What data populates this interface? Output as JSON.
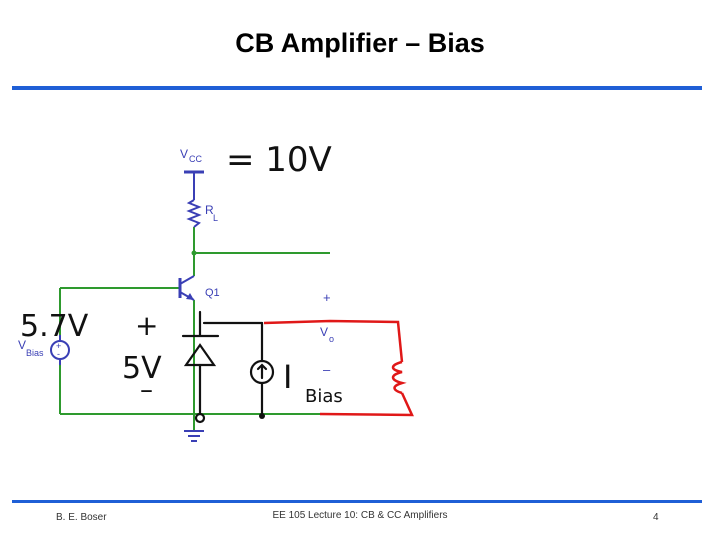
{
  "slide": {
    "title": "CB Amplifier – Bias",
    "page_number": "4"
  },
  "footer": {
    "author": "B. E. Boser",
    "course": "EE 105 Lecture 10: CB & CC Amplifiers"
  },
  "circuit": {
    "labels": {
      "vcc_main": "V",
      "vcc_sub": "CC",
      "rl_main": "R",
      "rl_sub": "L",
      "q1": "Q1",
      "vbias_main": "V",
      "vbias_sub": "Bias",
      "vo_main": "V",
      "vo_sub": "o",
      "vo_plus": "+",
      "vo_minus": "–"
    },
    "annotations": {
      "vcc_value": "= 10V",
      "vbias_value": "5.7V",
      "diode_plus": "+",
      "diode_value": "5V",
      "diode_minus": "–",
      "ibias_main": "I",
      "ibias_sub": "Bias"
    },
    "colors": {
      "circuit": "#3a3fb5",
      "wire": "#2e9a2e",
      "load": "#e01818",
      "ink": "#111111",
      "rule": "#1f5fd6"
    }
  }
}
